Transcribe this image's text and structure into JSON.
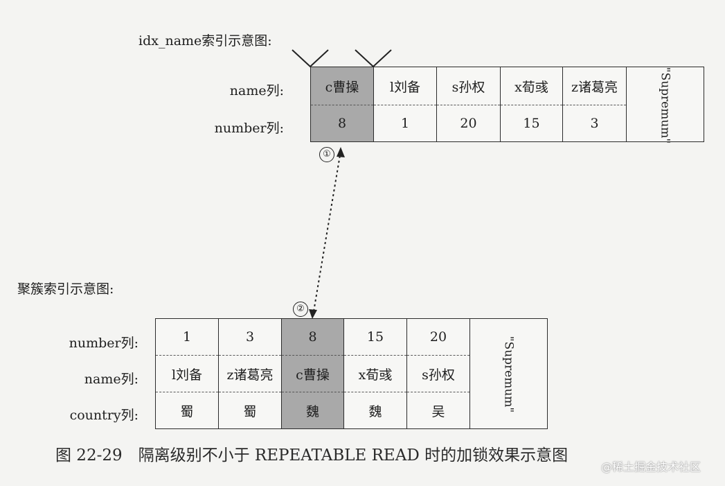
{
  "secondary_index": {
    "title": "idx_name索引示意图:",
    "row_labels": [
      "name列:",
      "number列:"
    ],
    "columns": [
      {
        "name": "c曹操",
        "number": "8",
        "highlight": true
      },
      {
        "name": "l刘备",
        "number": "1",
        "highlight": false
      },
      {
        "name": "s孙权",
        "number": "20",
        "highlight": false
      },
      {
        "name": "x荀彧",
        "number": "15",
        "highlight": false
      },
      {
        "name": "z诸葛亮",
        "number": "3",
        "highlight": false
      }
    ],
    "supremum": "\"Supremum\""
  },
  "clustered_index": {
    "title": "聚簇索引示意图:",
    "row_labels": [
      "number列:",
      "name列:",
      "country列:"
    ],
    "columns": [
      {
        "number": "1",
        "name": "l刘备",
        "country": "蜀",
        "highlight": false
      },
      {
        "number": "3",
        "name": "z诸葛亮",
        "country": "蜀",
        "highlight": false
      },
      {
        "number": "8",
        "name": "c曹操",
        "country": "魏",
        "highlight": true
      },
      {
        "number": "15",
        "name": "x荀彧",
        "country": "魏",
        "highlight": false
      },
      {
        "number": "20",
        "name": "s孙权",
        "country": "吴",
        "highlight": false
      }
    ],
    "supremum": "\"Supremum\""
  },
  "markers": {
    "first": "①",
    "second": "②"
  },
  "caption": "图 22-29　隔离级别不小于 REPEATABLE READ 时的加锁效果示意图",
  "watermark": "@稀土掘金技术社区",
  "colors": {
    "highlight": "#a9a9a9",
    "line": "#2a2a2a"
  }
}
